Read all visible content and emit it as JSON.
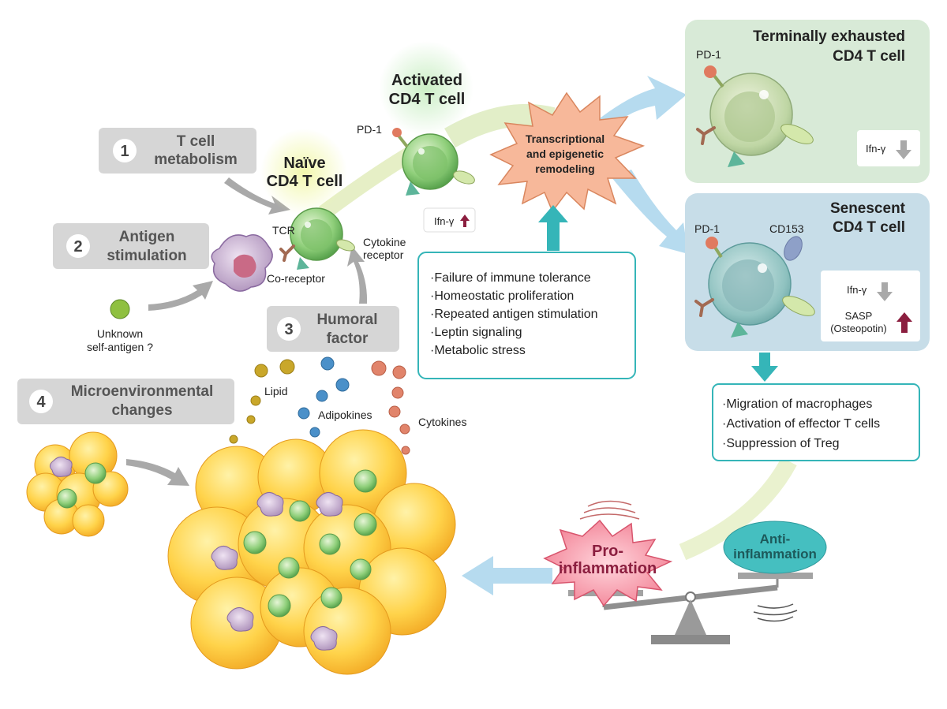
{
  "factors": [
    {
      "num": "1",
      "line1": "T cell",
      "line2": "metabolism"
    },
    {
      "num": "2",
      "line1": "Antigen",
      "line2": "stimulation"
    },
    {
      "num": "3",
      "line1": "Humoral",
      "line2": "factor"
    },
    {
      "num": "4",
      "line1": "Microenvironmental",
      "line2": "changes"
    }
  ],
  "naive": {
    "line1": "Naïve",
    "line2": "CD4 T cell",
    "tcr": "TCR",
    "coreceptor": "Co-receptor",
    "cytokine_receptor_1": "Cytokine",
    "cytokine_receptor_2": "receptor"
  },
  "antigen": {
    "line1": "Unknown",
    "line2": "self-antigen ?"
  },
  "activated": {
    "line1": "Activated",
    "line2": "CD4 T cell",
    "pd1": "PD-1",
    "ifn": "Ifn-γ"
  },
  "remodeling": {
    "line1": "Transcriptional",
    "line2": "and epigenetic",
    "line3": "remodeling"
  },
  "causes": [
    "·Failure of immune tolerance",
    "·Homeostatic proliferation",
    "·Repeated antigen stimulation",
    "·Leptin signaling",
    "·Metabolic stress"
  ],
  "exhausted": {
    "line1": "Terminally exhausted",
    "line2": "CD4 T cell",
    "pd1": "PD-1",
    "ifn": "Ifn-γ"
  },
  "senescent": {
    "line1": "Senescent",
    "line2": "CD4 T cell",
    "pd1": "PD-1",
    "cd153": "CD153",
    "ifn": "Ifn-γ",
    "sasp": "SASP",
    "osteopontin": "(Osteopotin)"
  },
  "effects": [
    "·Migration of macrophages",
    "·Activation of effector T cells",
    "·Suppression of Treg"
  ],
  "humoral": {
    "lipid": "Lipid",
    "adipokines": "Adipokines",
    "cytokines": "Cytokines"
  },
  "balance": {
    "pro1": "Pro-",
    "pro2": "inflammation",
    "anti1": "Anti-",
    "anti2": "inflammation"
  },
  "colors": {
    "factor_box": "#d6d6d6",
    "remodel_star": "#f7b89a",
    "exhausted_panel": "#d8ead7",
    "senescent_panel": "#c7dde8",
    "teal": "#35b5b8",
    "arrow_blue": "#b6dbef"
  }
}
